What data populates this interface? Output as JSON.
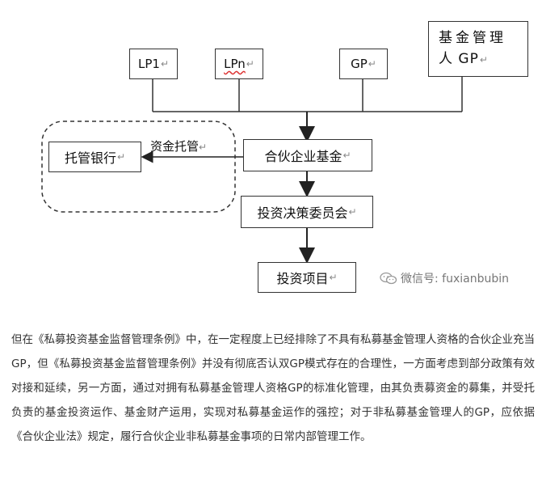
{
  "diagram": {
    "nodes": {
      "lp1": "LP1",
      "lpn": "LPn",
      "gp": "GP",
      "manager_line1": "基金管理",
      "manager_line2": "人 GP",
      "partnership_fund": "合伙企业基金",
      "custodian_bank": "托管银行",
      "investment_committee": "投资决策委员会",
      "investment_project": "投资项目"
    },
    "edge_labels": {
      "custody": "资金托管"
    },
    "return_mark": "↵"
  },
  "watermark": {
    "text": "微信号: fuxianbubin"
  },
  "article": {
    "paragraph": "但在《私募投资基金监督管理条例》中，在一定程度上已经排除了不具有私募基金管理人资格的合伙企业充当GP，但《私募投资基金监督管理条例》并没有彻底否认双GP模式存在的合理性，一方面考虑到部分政策有效对接和延续，另一方面，通过对拥有私募基金管理人资格GP的标准化管理，由其负责募资金的募集，并受托负责的基金投资运作、基金财产运用，实现对私募基金运作的强控；对于非私募基金管理人的GP，应依据《合伙企业法》规定，履行合伙企业非私募基金事项的日常内部管理工作。"
  }
}
